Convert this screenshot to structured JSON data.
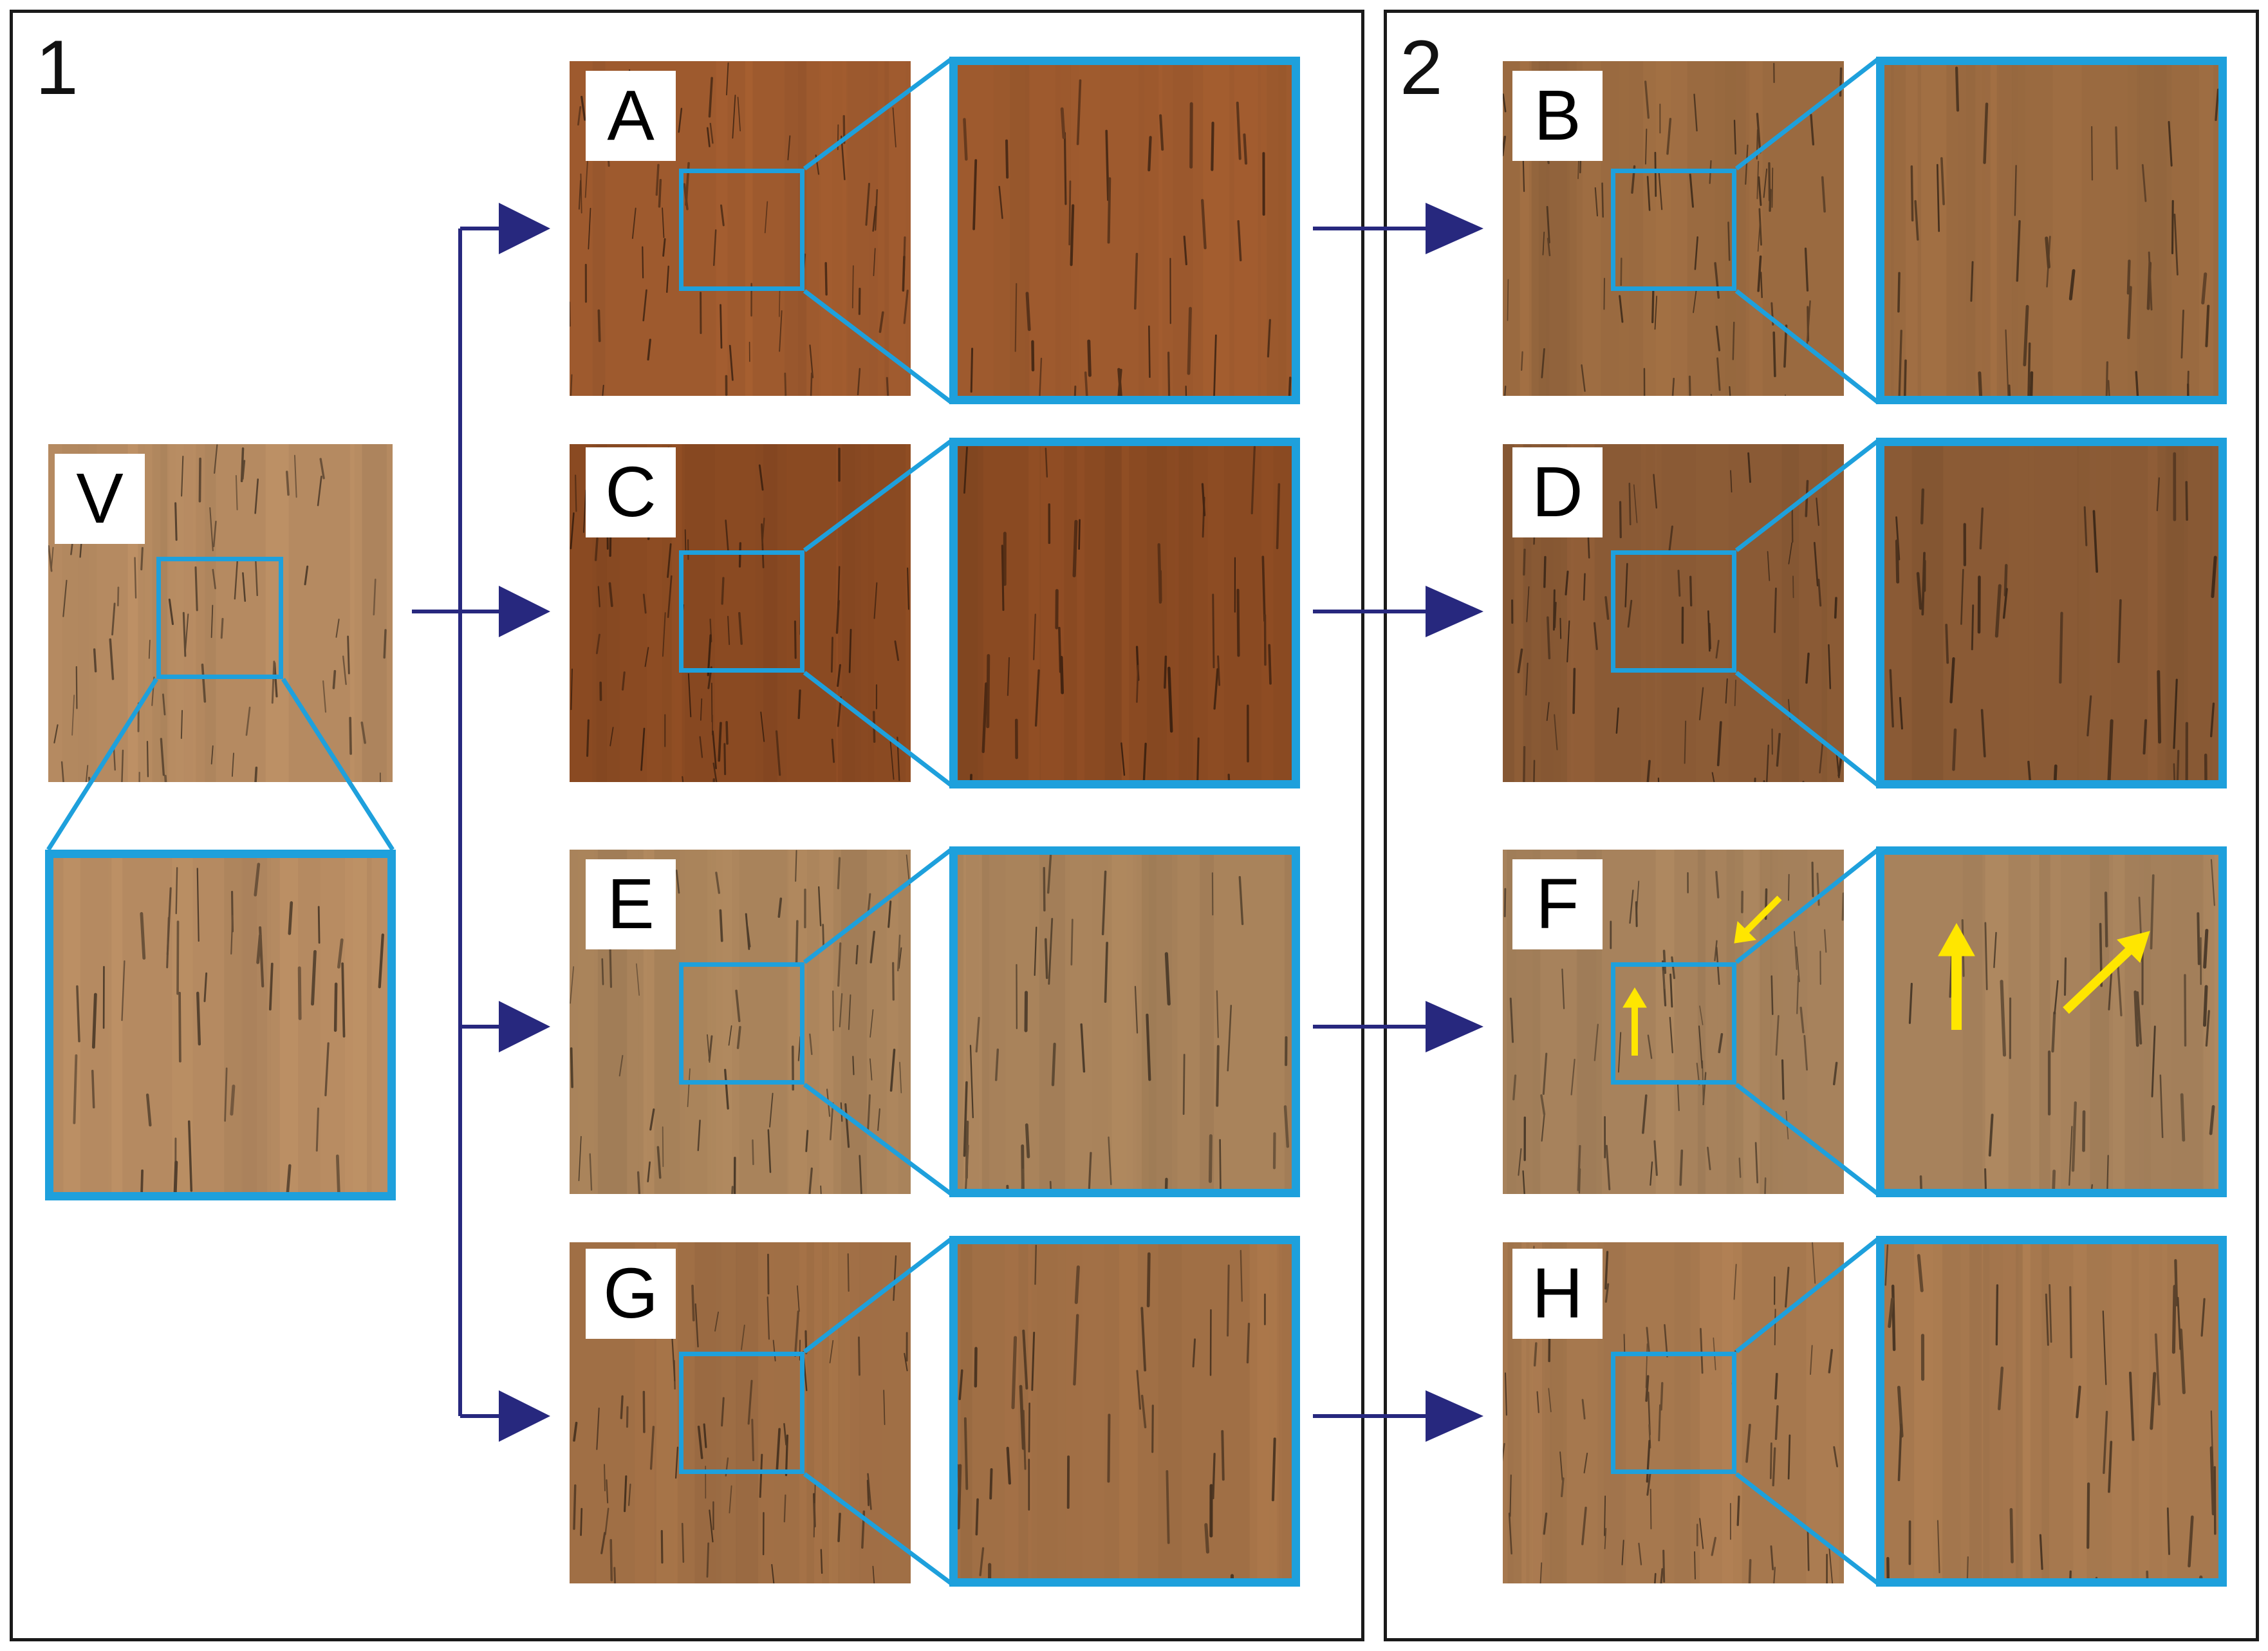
{
  "panels": [
    {
      "number": "1"
    },
    {
      "number": "2"
    }
  ],
  "samples": {
    "V": {
      "label": "V",
      "color": "#b58a61"
    },
    "A": {
      "label": "A",
      "color": "#9e5a2e"
    },
    "B": {
      "label": "B",
      "color": "#9a6a40"
    },
    "C": {
      "label": "C",
      "color": "#8a4a22"
    },
    "D": {
      "label": "D",
      "color": "#8a5a35"
    },
    "E": {
      "label": "E",
      "color": "#a9835b"
    },
    "F": {
      "label": "F",
      "color": "#a7825c"
    },
    "G": {
      "label": "G",
      "color": "#a06f45"
    },
    "H": {
      "label": "H",
      "color": "#a6784e"
    }
  },
  "colors": {
    "zoom_frame": "#1ea0dc",
    "flow_arrow": "#27287e",
    "defect_arrow": "#ffe600",
    "panel_border": "#1a1a1a"
  },
  "icons": [
    "flow-arrow-icon",
    "defect-arrow-icon"
  ]
}
